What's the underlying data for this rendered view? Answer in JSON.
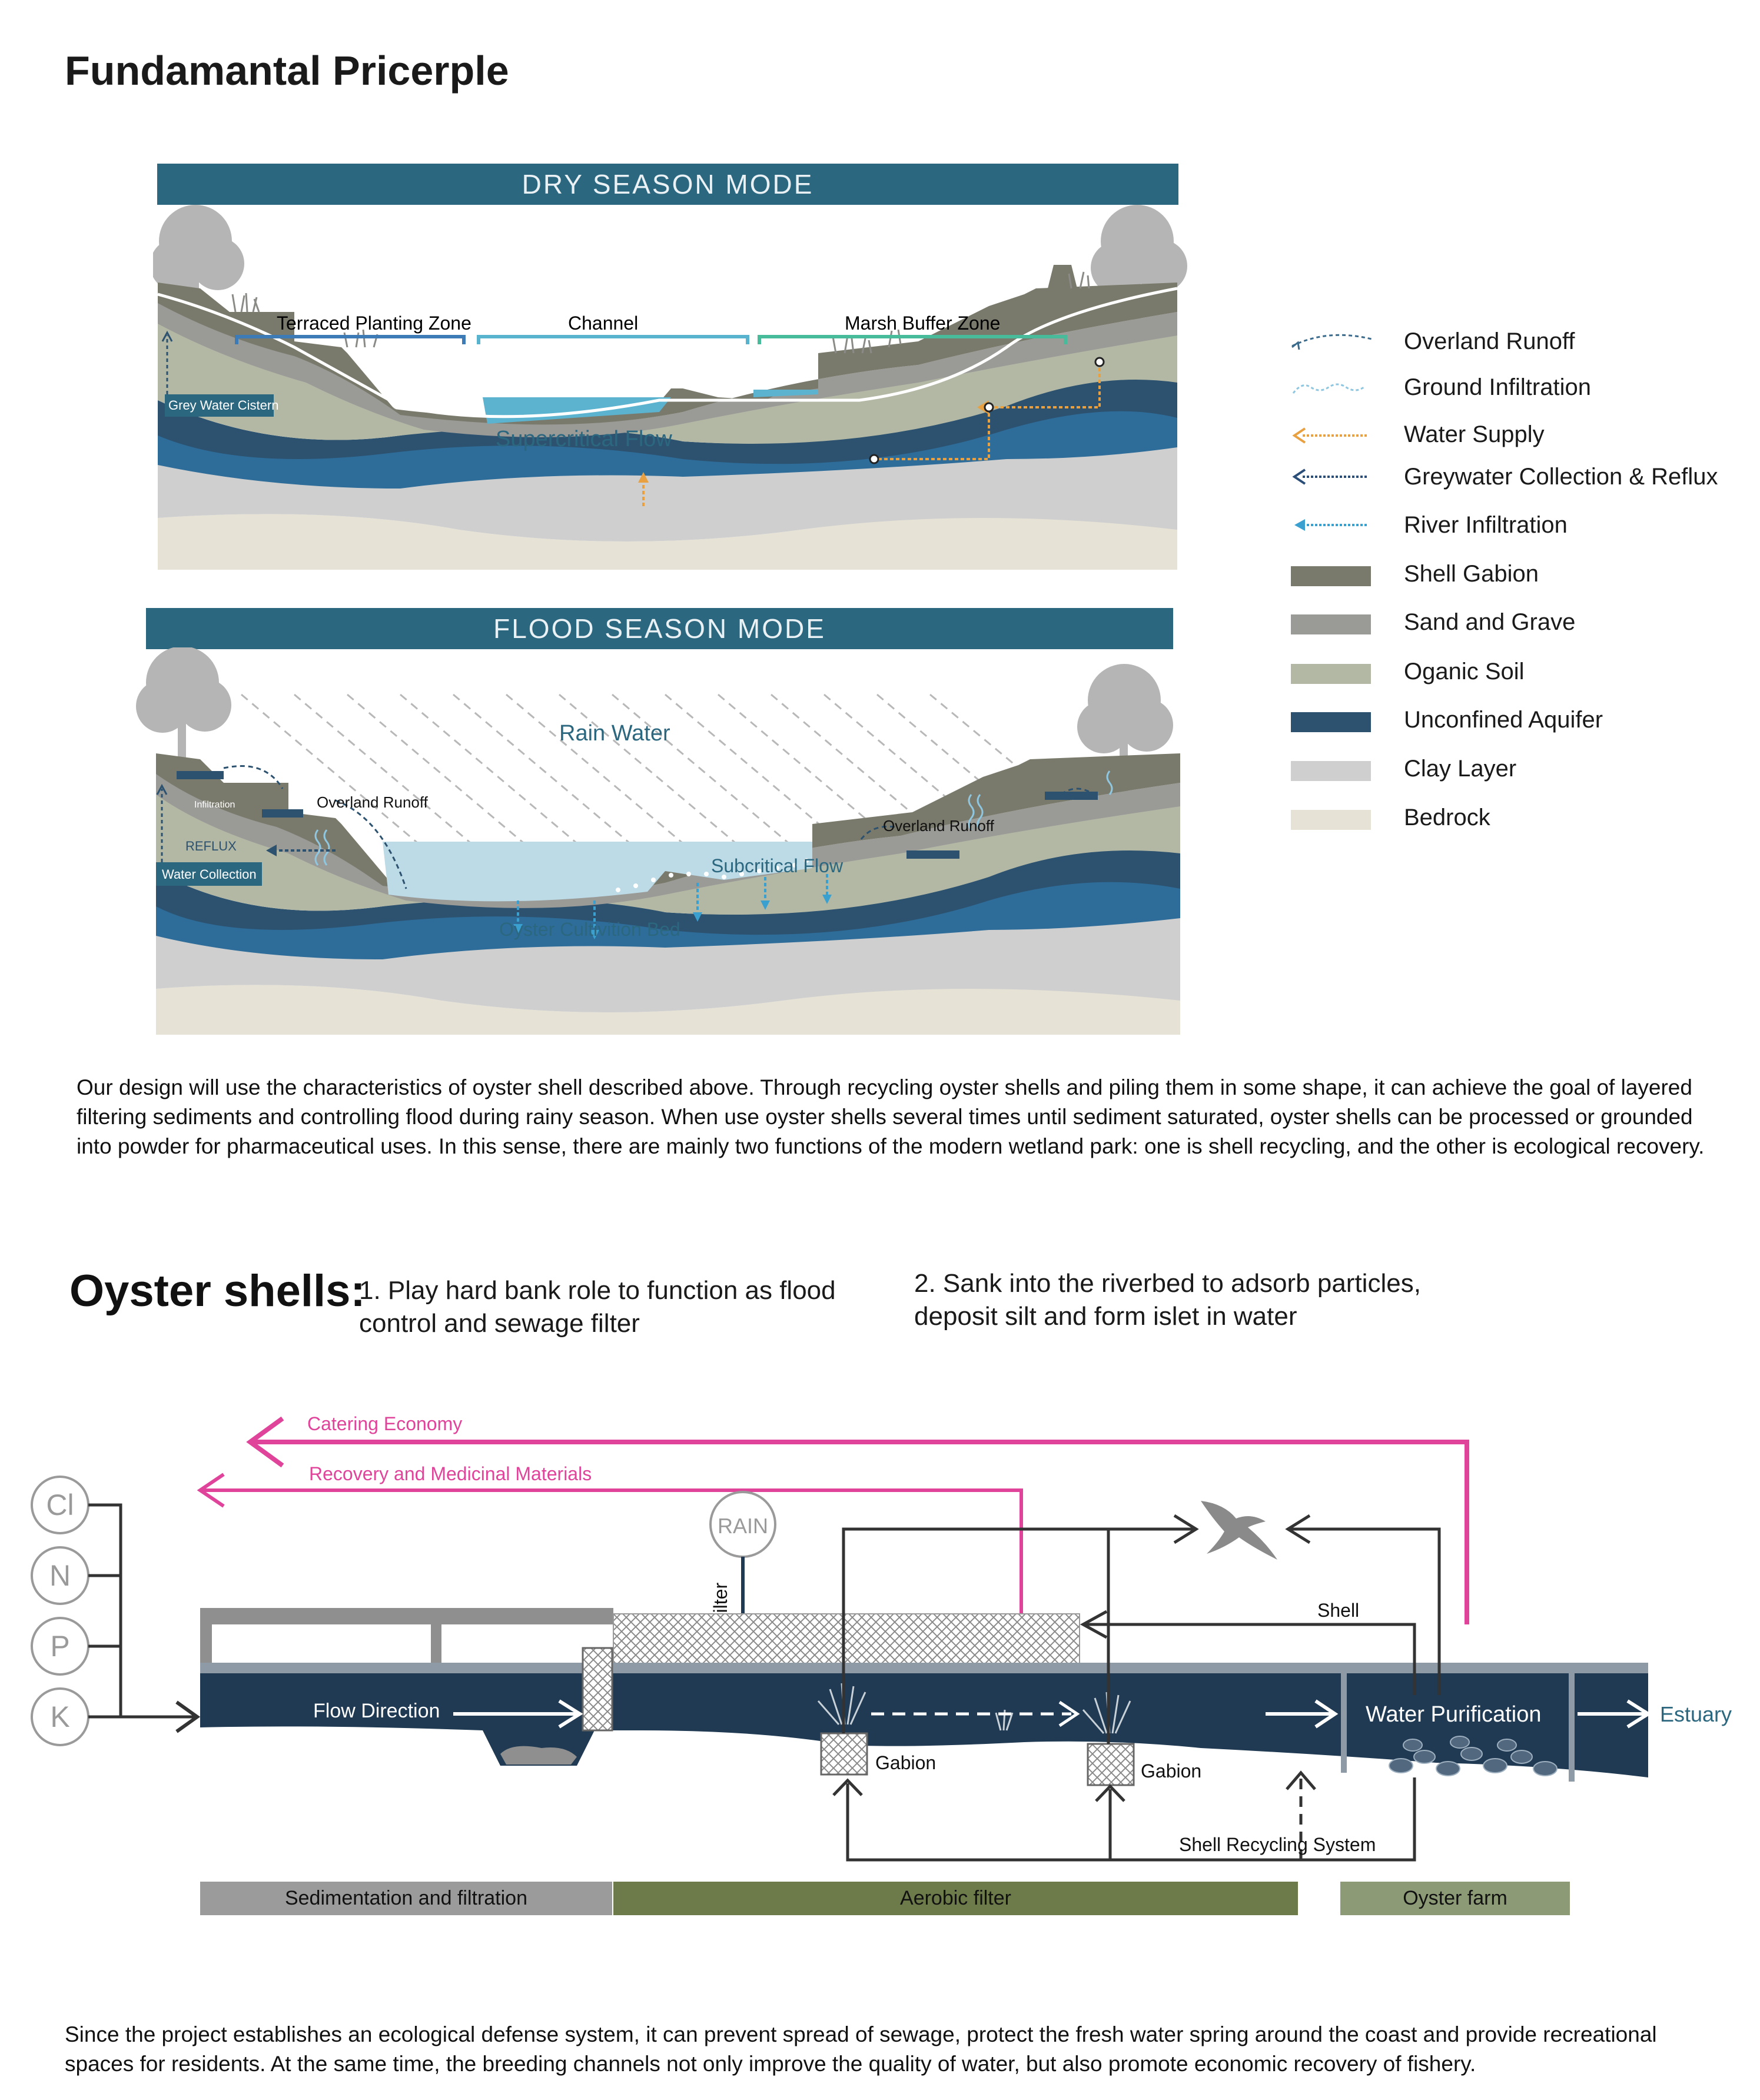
{
  "title": "Fundamantal Pricerple",
  "dry_mode": {
    "banner": "DRY  SEASON  MODE",
    "zones": [
      "Terraced Planting Zone",
      "Channel",
      "Marsh Buffer Zone"
    ],
    "flow_label": "Supercritical Flow",
    "cistern_label": "Grey Water Cistern"
  },
  "flood_mode": {
    "banner": "FLOOD  SEASON  MODE",
    "rain_label": "Rain Water",
    "overland_left": "Overland Runoff",
    "overland_right": "Overland Runoff",
    "infiltration_label": "Infiltration",
    "reflux_label": "REFLUX",
    "collection_label": "Water Collection",
    "flow_label": "Subcritical Flow",
    "bed_label": "Oyster Cultivition Bed"
  },
  "legend": [
    {
      "label": "Overland Runoff",
      "kind": "dashed-arc",
      "color": "#3a6a8c"
    },
    {
      "label": "Ground Infiltration",
      "kind": "wavy",
      "color": "#8fc6e0"
    },
    {
      "label": "Water Supply",
      "kind": "dotted-arrow",
      "color": "#e8a040"
    },
    {
      "label": "Greywater Collection & Reflux",
      "kind": "dotted-arrow",
      "color": "#2a4e78"
    },
    {
      "label": "River Infiltration",
      "kind": "dotted-arrow",
      "color": "#3aa0d0"
    },
    {
      "label": "Shell Gabion",
      "kind": "swatch",
      "color": "#7a7a6c"
    },
    {
      "label": "Sand and Grave",
      "kind": "swatch",
      "color": "#9a9a97"
    },
    {
      "label": "Oganic Soil",
      "kind": "swatch",
      "color": "#b3b8a5"
    },
    {
      "label": "Unconfined Aquifer",
      "kind": "swatch",
      "color": "#2c5270"
    },
    {
      "label": "Clay Layer",
      "kind": "swatch",
      "color": "#cfcfcf"
    },
    {
      "label": "Bedrock",
      "kind": "swatch",
      "color": "#e6e2d6"
    }
  ],
  "paragraph1": "Our design will use the characteristics of oyster shell described above. Through recycling oyster shells and piling them in some shape, it can achieve the goal of layered filtering sediments and controlling flood during rainy season. When use oyster shells several times until sediment saturated, oyster shells can be processed or grounded into powder for pharmaceutical uses. In this sense, there are mainly two functions of the modern wetland park: one is shell recycling, and the other is ecological recovery.",
  "oyster": {
    "heading": "Oyster shells:",
    "point1": "1.  Play hard bank role to function as flood control and sewage filter",
    "point2": "2. Sank into the riverbed to adsorb particles, deposit silt and form islet in water"
  },
  "flow_diagram": {
    "nutrients": [
      "Cl",
      "N",
      "P",
      "K"
    ],
    "catering": "Catering Economy",
    "recovery": "Recovery and  Medicinal Materials",
    "rain": "RAIN",
    "filter": "Filter",
    "shell": "Shell",
    "flow_direction": "Flow Direction",
    "water_purification": "Water Purification",
    "estuary": "Estuary",
    "gabion1": "Gabion",
    "gabion2": "Gabion",
    "recycling": "Shell Recycling System",
    "zones": [
      "Sedimentation and filtration",
      "Aerobic filter",
      "Oyster farm"
    ]
  },
  "paragraph2": "Since the project establishes an ecological defense system, it can prevent spread of sewage, protect the fresh water spring around the coast and provide recreational spaces for residents. At the same time, the breeding channels not only improve the quality of water, but also promote economic recovery of fishery.",
  "colors": {
    "banner": "#2c6780",
    "magenta": "#e0449a",
    "water_dark": "#1f3a52",
    "channel_water": "#5bb3cf",
    "flood_water": "#bcdbe6"
  }
}
